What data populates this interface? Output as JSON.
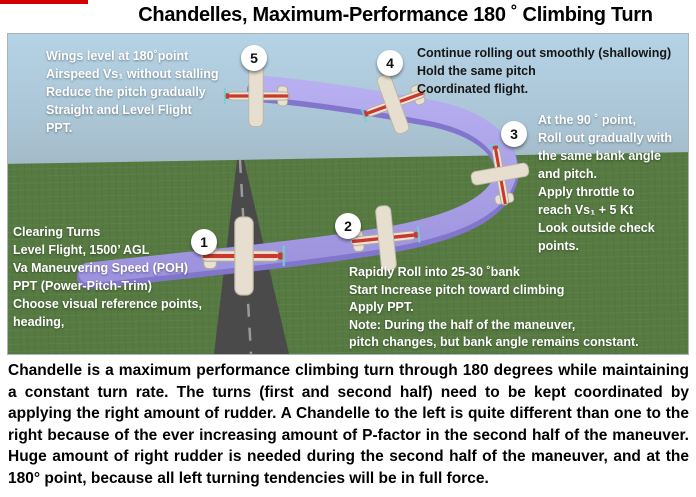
{
  "title": "Chandelles, Maximum-Performance 180 ˚ Climbing Turn",
  "scene": {
    "colors": {
      "sky_top": "#b5d3e6",
      "sky_horizon": "#737373",
      "ground_green": "#567a41",
      "maneuver_path": "#a89fe3",
      "maneuver_path_edge": "#8176cc",
      "road": "#4a4a4a",
      "road_center_line": "#999999",
      "badge_background": "#ffffff",
      "badge_text": "#111111",
      "red_mark": "#d40000"
    },
    "points": [
      {
        "num": "1"
      },
      {
        "num": "2"
      },
      {
        "num": "3"
      },
      {
        "num": "4"
      },
      {
        "num": "5"
      }
    ],
    "annotations": {
      "point1": {
        "lines": [
          "Clearing Turns",
          "Level Flight, 1500’ AGL",
          "Va Maneuvering Speed (POH)",
          "PPT (Power-Pitch-Trim)",
          "Choose visual reference points,",
          "heading,"
        ]
      },
      "point2": {
        "lines": [
          "Rapidly Roll into 25-30 ˚bank",
          "Start Increase pitch toward climbing",
          "Apply PPT.",
          "Note: During the half of the maneuver,",
          "pitch changes, but bank angle remains constant."
        ]
      },
      "point3": {
        "lines": [
          "At the 90 ˚ point,",
          "Roll out gradually with",
          "the same bank angle",
          "and pitch.",
          "Apply throttle to",
          "reach Vs₁ + 5 Kt",
          "Look outside check",
          "points."
        ]
      },
      "point4": {
        "lines": [
          "Continue rolling out smoothly (shallowing)",
          "Hold the same pitch",
          "Coordinated flight."
        ]
      },
      "point5": {
        "lines": [
          "Wings level at 180˚point",
          "Airspeed Vs₁ without stalling",
          "Reduce the pitch gradually",
          "Straight and Level Flight",
          "PPT."
        ]
      }
    }
  },
  "footer": {
    "paragraph": "Chandelle is a maximum performance climbing turn through 180 degrees while maintaining a constant turn rate. The turns (first and second half) need to be kept coordinated by applying the right amount of rudder. A Chandelle to the left is quite different than one to the right because of the ever increasing amount of P-factor in the second half of the maneuver. Huge amount of right rudder is needed during the second half of the maneuver, and at the 180° point, because all left turning tendencies will be in full force."
  }
}
